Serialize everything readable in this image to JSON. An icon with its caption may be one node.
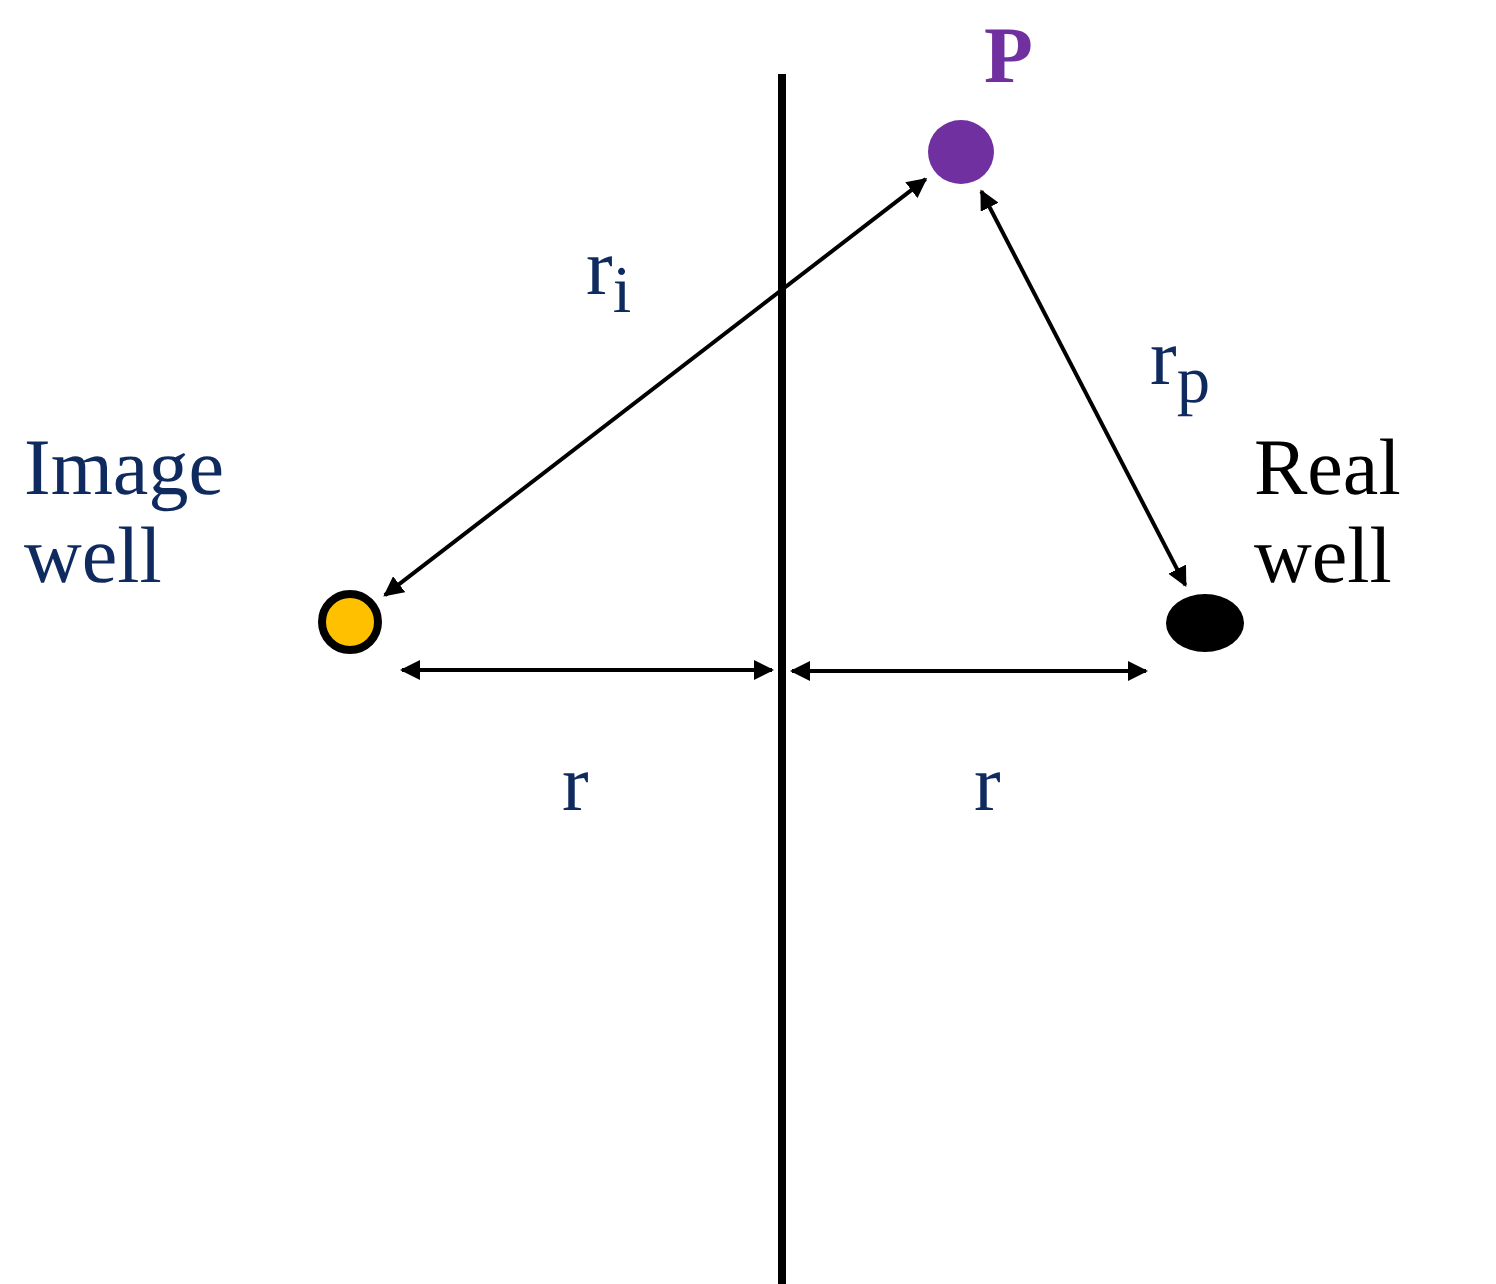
{
  "diagram": {
    "nodes": [
      {
        "text": [],
        "shape": "circle",
        "beside": [
          "P"
        ]
      },
      {
        "text": [],
        "shape": "circle",
        "beside": [
          "Image well"
        ]
      },
      {
        "text": [],
        "shape": "circle",
        "beside": [
          "Real well"
        ]
      },
      {
        "text": [],
        "shape": "bar"
      }
    ],
    "edges": [
      {
        "from": 0,
        "to": 1,
        "arrow": "both",
        "label": "r$_{i}$"
      },
      {
        "from": 0,
        "to": 2,
        "arrow": "both",
        "label": "r$_{p}$"
      },
      {
        "from": 1,
        "to": 3,
        "arrow": "both",
        "label": "r"
      },
      {
        "from": 3,
        "to": 2,
        "arrow": "both",
        "label": "r"
      }
    ]
  }
}
